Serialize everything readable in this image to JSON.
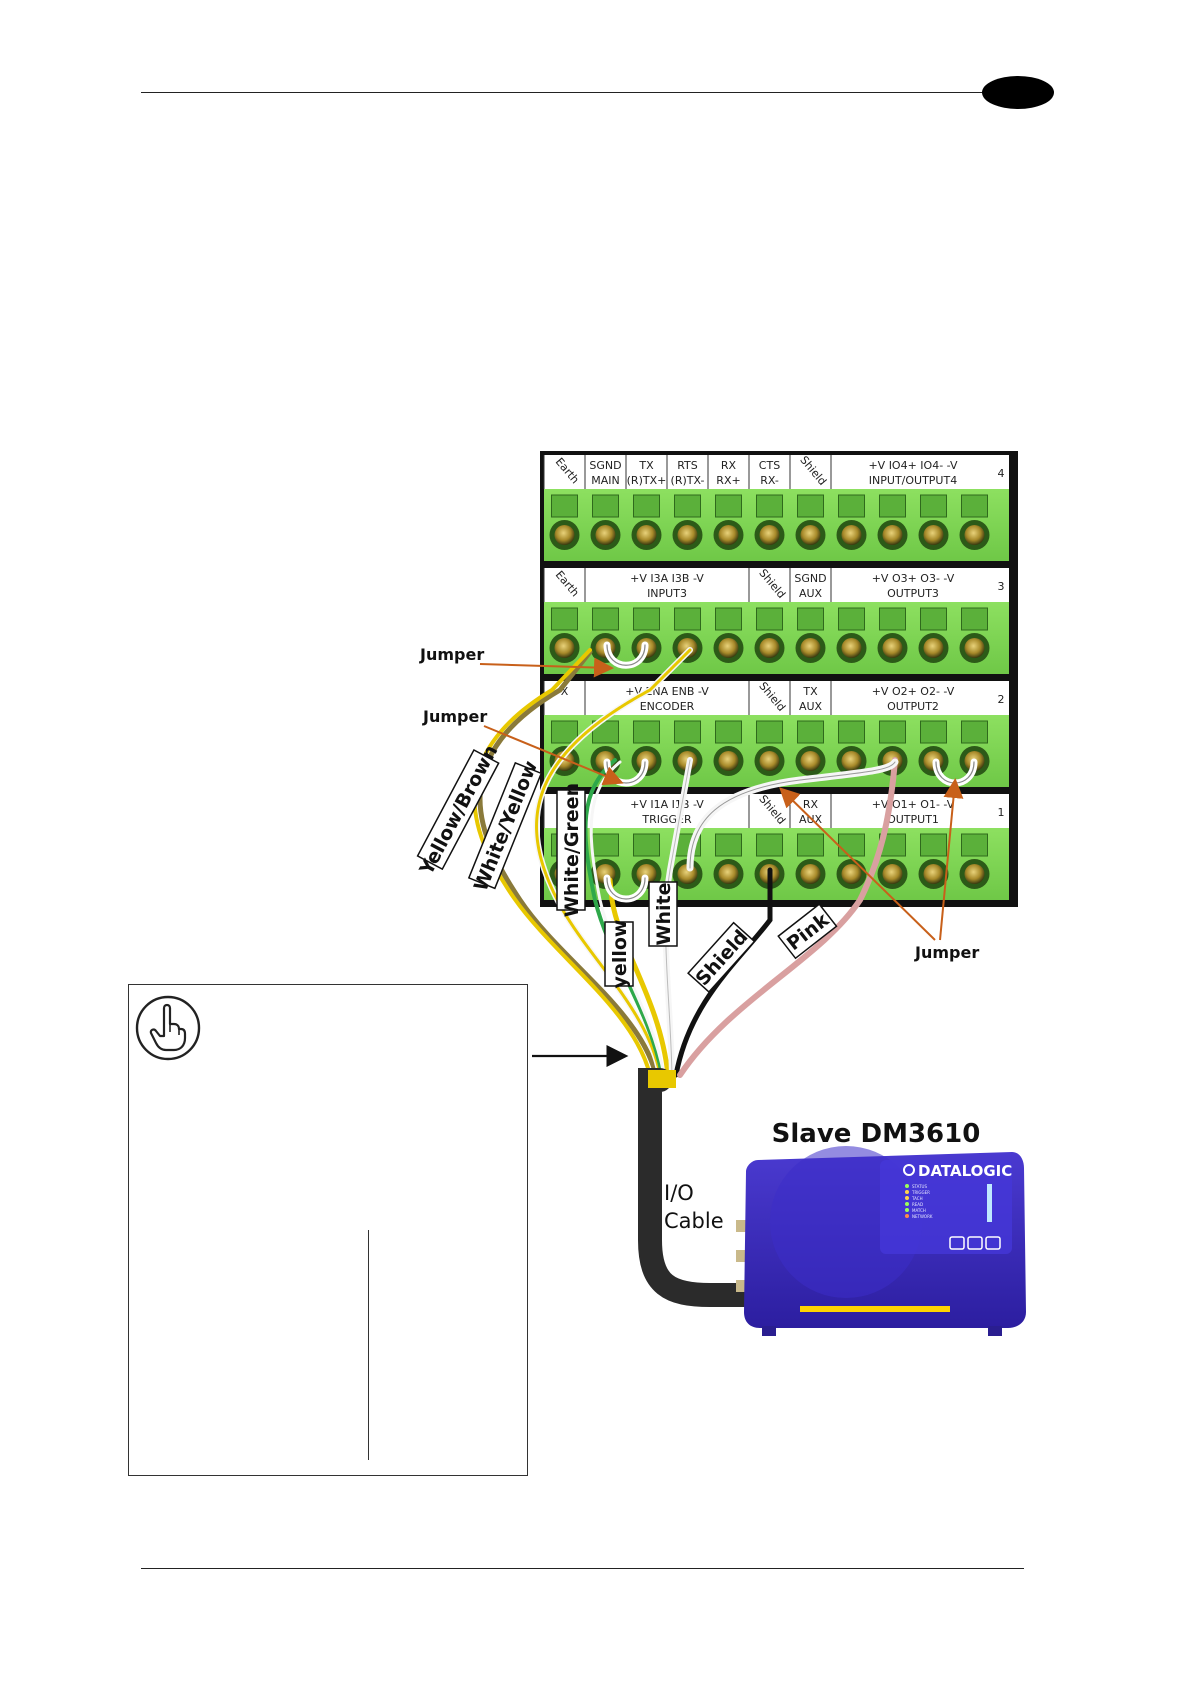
{
  "terminal_blocks": [
    {
      "row": "4",
      "cells": [
        {
          "label": "Earth",
          "rotated": true,
          "span": 1
        },
        {
          "label": "SGND\nMAIN",
          "span": 1
        },
        {
          "label": "TX\n(R)TX+",
          "span": 1
        },
        {
          "label": "RTS\n(R)TX-",
          "span": 1
        },
        {
          "label": "RX\nRX+",
          "span": 1
        },
        {
          "label": "CTS\nRX-",
          "span": 1
        },
        {
          "label": "Shield",
          "rotated": true,
          "span": 1
        },
        {
          "label": "+V      IO4+      IO4-      -V\nINPUT/OUTPUT4",
          "span": 4
        }
      ]
    },
    {
      "row": "3",
      "cells": [
        {
          "label": "Earth",
          "rotated": true,
          "span": 1
        },
        {
          "label": "+V      I3A      I3B      -V\nINPUT3",
          "span": 4
        },
        {
          "label": "Shield",
          "rotated": true,
          "span": 1
        },
        {
          "label": "SGND\nAUX",
          "span": 1
        },
        {
          "label": "+V      O3+      O3-      -V\nOUTPUT3",
          "span": 4
        }
      ]
    },
    {
      "row": "2",
      "cells": [
        {
          "label": "X",
          "span": 1
        },
        {
          "label": "+V      ENA      ENB      -V\nENCODER",
          "span": 4
        },
        {
          "label": "Shield",
          "rotated": true,
          "span": 1
        },
        {
          "label": "TX\nAUX",
          "span": 1
        },
        {
          "label": "+V      O2+      O2-      -V\nOUTPUT2",
          "span": 4
        }
      ]
    },
    {
      "row": "1",
      "cells": [
        {
          "label": "X",
          "span": 1
        },
        {
          "label": "+V      I1A      I1B      -V\nTRIGGER",
          "span": 4
        },
        {
          "label": "Shield",
          "rotated": true,
          "span": 1
        },
        {
          "label": "RX\nAUX",
          "span": 1
        },
        {
          "label": "+V      O1+      O1-      -V\nOUTPUT1",
          "span": 4
        }
      ]
    }
  ],
  "wire_labels": {
    "yellow_brown": "Yellow/Brown",
    "white_yellow": "White/Yellow",
    "white_green": "White/Green",
    "yellow": "yellow",
    "white": "White",
    "shield": "Shield",
    "pink": "Pink"
  },
  "callouts": {
    "jumper_1": "Jumper",
    "jumper_2": "Jumper",
    "jumper_3": "Jumper"
  },
  "device": {
    "title": "Slave DM3610",
    "brand": "DATALOGIC",
    "leds": [
      "STATUS",
      "TRIGGER",
      "TACH",
      "READ",
      "MATCH",
      "NETWORK"
    ],
    "cable_label_line1": "I/O",
    "cable_label_line2": "Cable"
  },
  "colors": {
    "terminal_green": "#7ed957",
    "wire_yellow": "#e8c800",
    "wire_brown": "#8a7a3a",
    "wire_white": "#f2f2f2",
    "wire_green": "#2ea84a",
    "wire_black": "#111111",
    "wire_pink": "#d9a0a0",
    "device_blue": "#3324b5",
    "callout_arrow": "#c8601a"
  },
  "note": {
    "icon": "pointing-hand-icon"
  }
}
